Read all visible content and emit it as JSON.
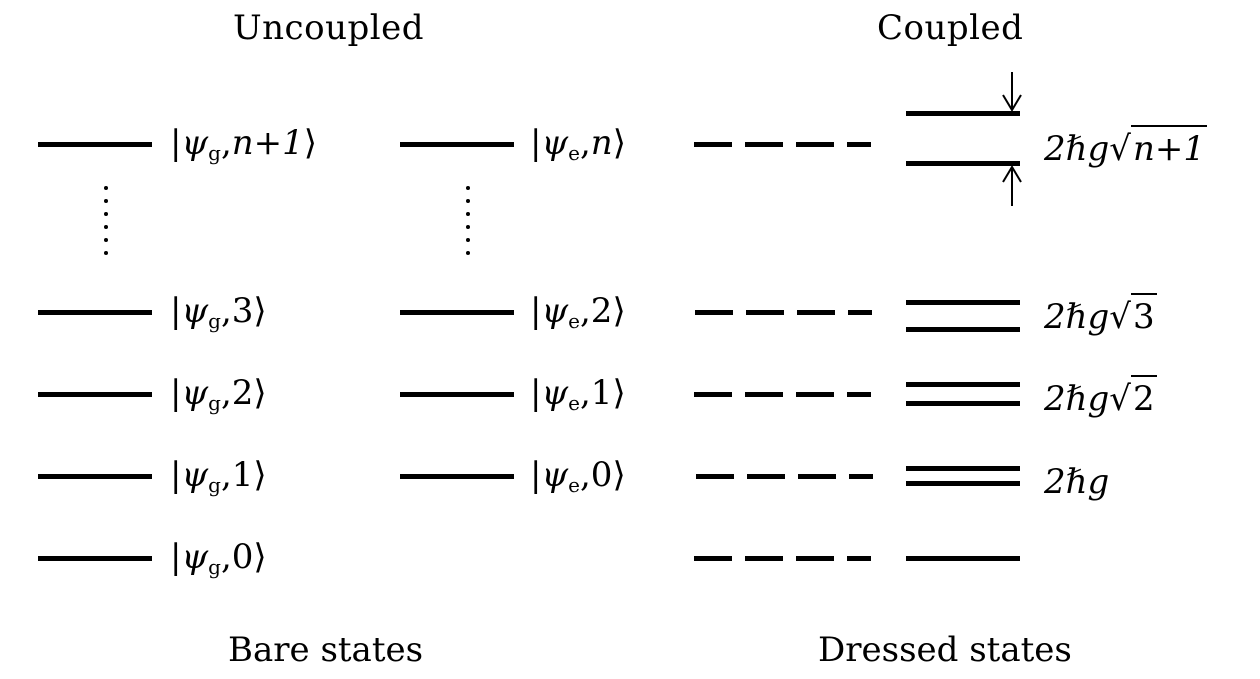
{
  "headers": {
    "left": "Uncoupled",
    "right": "Coupled"
  },
  "captions": {
    "left": "Bare states",
    "right": "Dressed states"
  },
  "ground_column": {
    "states": [
      {
        "symbol": "ψ",
        "sub": "g",
        "index": "n+1"
      },
      {
        "symbol": "ψ",
        "sub": "g",
        "index": "3"
      },
      {
        "symbol": "ψ",
        "sub": "g",
        "index": "2"
      },
      {
        "symbol": "ψ",
        "sub": "g",
        "index": "1"
      },
      {
        "symbol": "ψ",
        "sub": "g",
        "index": "0"
      }
    ]
  },
  "excited_column": {
    "states": [
      {
        "symbol": "ψ",
        "sub": "e",
        "index": "n"
      },
      {
        "symbol": "ψ",
        "sub": "e",
        "index": "2"
      },
      {
        "symbol": "ψ",
        "sub": "e",
        "index": "1"
      },
      {
        "symbol": "ψ",
        "sub": "e",
        "index": "0"
      }
    ]
  },
  "splittings": [
    {
      "prefix": "2ℏg",
      "sqrt": "n+1",
      "level": "n"
    },
    {
      "prefix": "2ℏg",
      "sqrt": "3",
      "level": "3"
    },
    {
      "prefix": "2ℏg",
      "sqrt": "2",
      "level": "2"
    },
    {
      "prefix": "2ℏg",
      "sqrt": "",
      "level": "1"
    }
  ],
  "ellipsis": "⋮"
}
